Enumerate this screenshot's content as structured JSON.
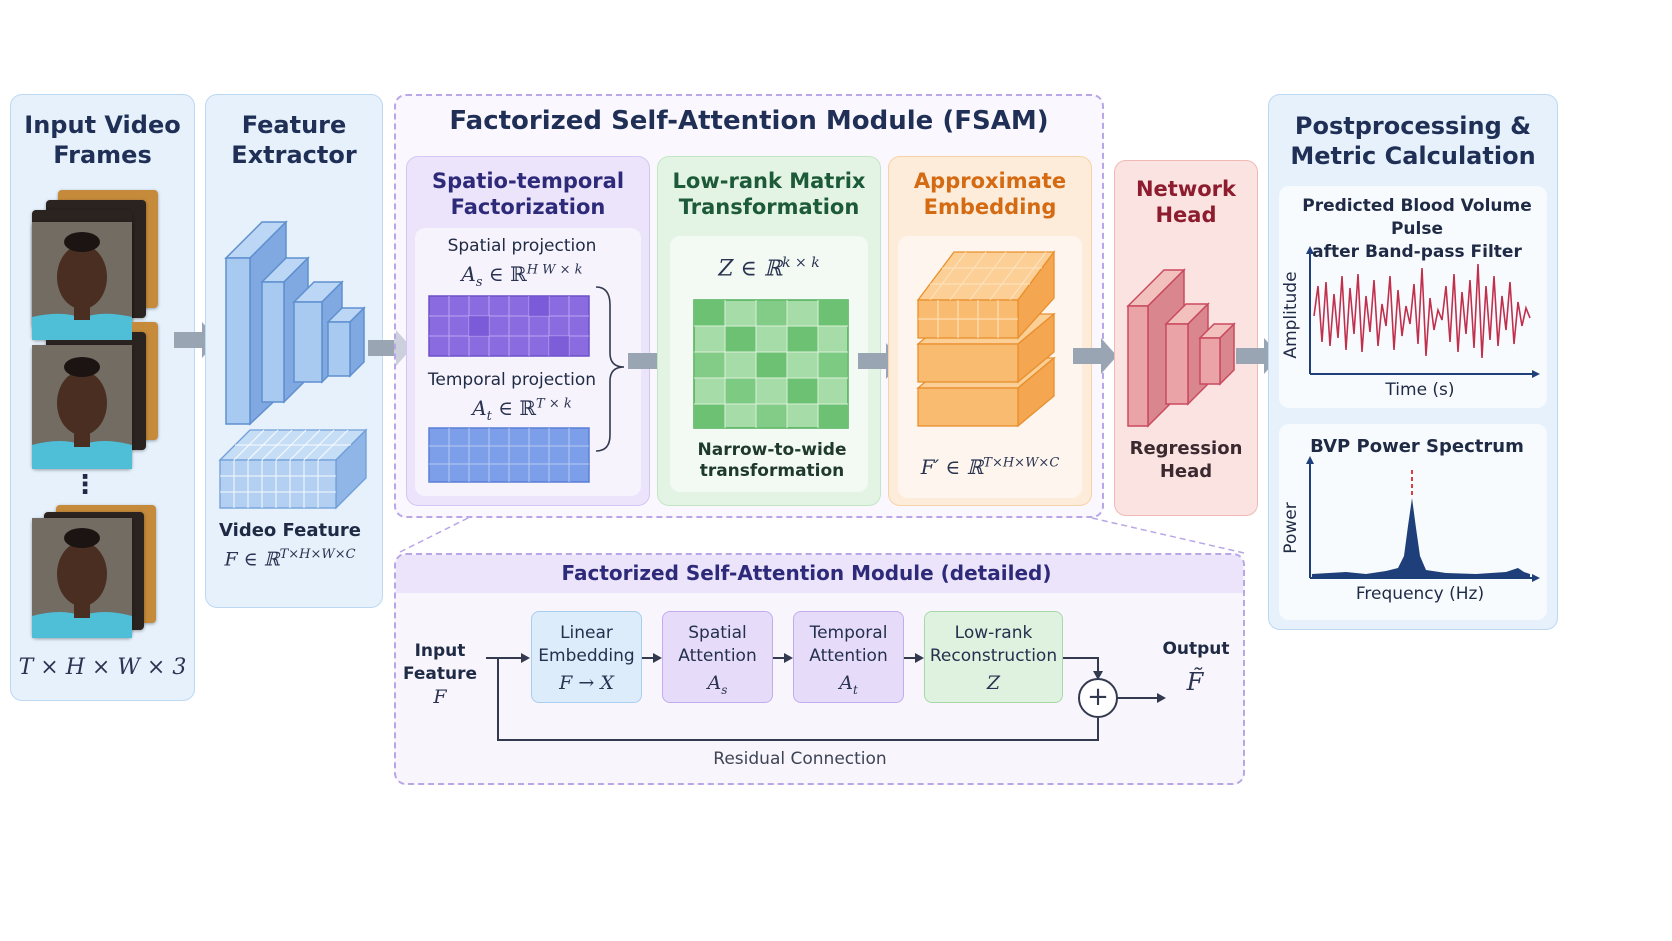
{
  "input": {
    "title_line1": "Input Video",
    "title_line2": "Frames",
    "dims": "T × H × W × 3",
    "ellipsis": "⋮"
  },
  "extractor": {
    "title_line1": "Feature",
    "title_line2": "Extractor",
    "feature_label": "Video Feature",
    "feature_math": "F ∈ ℝ",
    "feature_sup": "T×H×W×C"
  },
  "fsam": {
    "title": "Factorized Self-Attention Module (FSAM)",
    "stf": {
      "title_line1": "Spatio-temporal",
      "title_line2": "Factorization",
      "spatial_label": "Spatial projection",
      "spatial_math": "A",
      "spatial_sub": "s",
      "spatial_in": " ∈ ℝ",
      "spatial_sup": "H W × k",
      "temporal_label": "Temporal projection",
      "temporal_math": "A",
      "temporal_sub": "t",
      "temporal_in": " ∈ ℝ",
      "temporal_sup": "T × k"
    },
    "lrm": {
      "title_line1": "Low-rank Matrix",
      "title_line2": "Transformation",
      "math": "Z ∈ ℝ",
      "sup": "k × k",
      "caption_line1": "Narrow-to-wide",
      "caption_line2": "transformation"
    },
    "ae": {
      "title_line1": "Approximate",
      "title_line2": "Embedding",
      "math": "F′ ∈ ℝ",
      "sup": "T×H×W×C"
    }
  },
  "head": {
    "title_line1": "Network",
    "title_line2": "Head",
    "caption_line1": "Regression",
    "caption_line2": "Head"
  },
  "post": {
    "title_line1": "Postprocessing &",
    "title_line2": "Metric Calculation",
    "bvp_title_line1": "Predicted Blood Volume Pulse",
    "bvp_title_line2": "after Band-pass Filter",
    "bvp_ylabel": "Amplitude",
    "bvp_xlabel": "Time (s)",
    "spec_title": "BVP Power Spectrum",
    "spec_ylabel": "Power",
    "spec_xlabel": "Frequency (Hz)"
  },
  "detailed": {
    "title": "Factorized Self-Attention Module (detailed)",
    "input_line1": "Input",
    "input_line2": "Feature",
    "input_math": "F",
    "steps": [
      {
        "line1": "Linear",
        "line2": "Embedding",
        "math": "F → X"
      },
      {
        "line1": "Spatial",
        "line2": "Attention",
        "math": "A",
        "math_sub": "s"
      },
      {
        "line1": "Temporal",
        "line2": "Attention",
        "math": "A",
        "math_sub": "t"
      },
      {
        "line1": "Low-rank",
        "line2": "Reconstruction",
        "math": "Z"
      }
    ],
    "plus": "+",
    "output_label": "Output",
    "output_math": "F̃",
    "residual": "Residual Connection"
  },
  "colors": {
    "purple": "#8a6be0",
    "blue": "#6f97e6",
    "green": "#4fae58",
    "orange": "#f2a04a",
    "red": "#c94b5e",
    "pulse": "#c0304d",
    "spectrum": "#1f3f7a"
  }
}
